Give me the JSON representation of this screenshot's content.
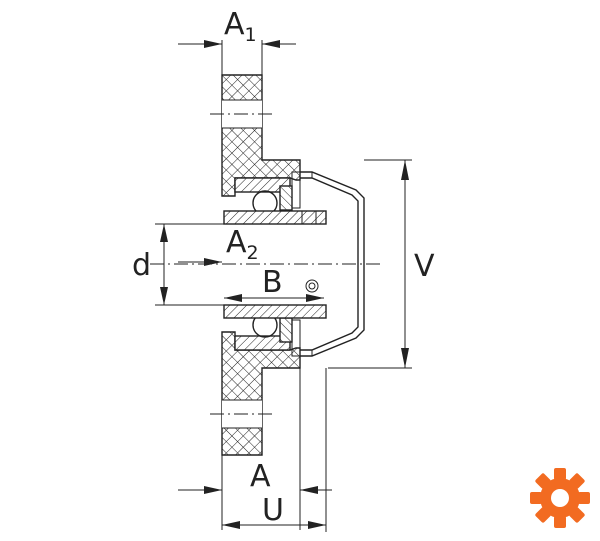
{
  "dimensions": {
    "A1": {
      "main": "A",
      "sub": "1"
    },
    "A2": {
      "main": "A",
      "sub": "2"
    },
    "d": "d",
    "B": "B",
    "V": "V",
    "A": "A",
    "U": "U"
  },
  "logo": {
    "icon": "gear-icon",
    "color": "#F26B21"
  }
}
